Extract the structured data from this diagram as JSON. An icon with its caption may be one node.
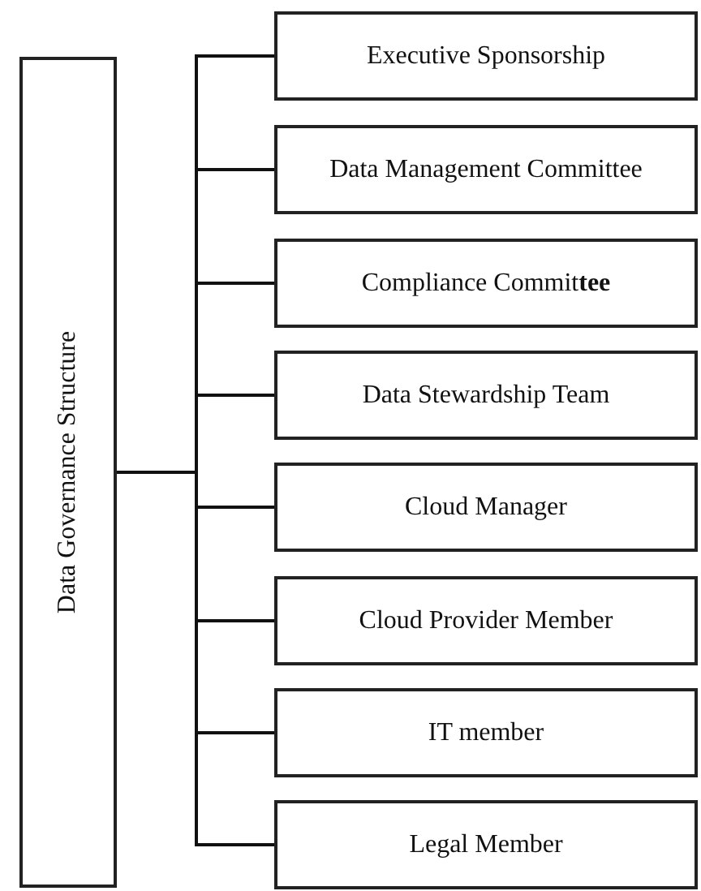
{
  "diagram": {
    "nodes": [
      {
        "text": [
          "Data Governance Structure"
        ]
      },
      {
        "text": [
          "Executive Sponsorship"
        ]
      },
      {
        "text": [
          "Data Management Committee"
        ]
      },
      {
        "text": [
          "Compliance Commit**tee**"
        ]
      },
      {
        "text": [
          "Data Stewardship Team"
        ]
      },
      {
        "text": [
          "Cloud Manager"
        ]
      },
      {
        "text": [
          "Cloud Provider Member"
        ]
      },
      {
        "text": [
          "IT member"
        ]
      },
      {
        "text": [
          "Legal Member"
        ]
      }
    ],
    "edges": [
      {
        "from": 0,
        "to": 1,
        "arrow": "none"
      },
      {
        "from": 0,
        "to": 2,
        "arrow": "none"
      },
      {
        "from": 0,
        "to": 3,
        "arrow": "none"
      },
      {
        "from": 0,
        "to": 4,
        "arrow": "none"
      },
      {
        "from": 0,
        "to": 5,
        "arrow": "none"
      },
      {
        "from": 0,
        "to": 6,
        "arrow": "none"
      },
      {
        "from": 0,
        "to": 7,
        "arrow": "none"
      },
      {
        "from": 0,
        "to": 8,
        "arrow": "none"
      }
    ]
  }
}
